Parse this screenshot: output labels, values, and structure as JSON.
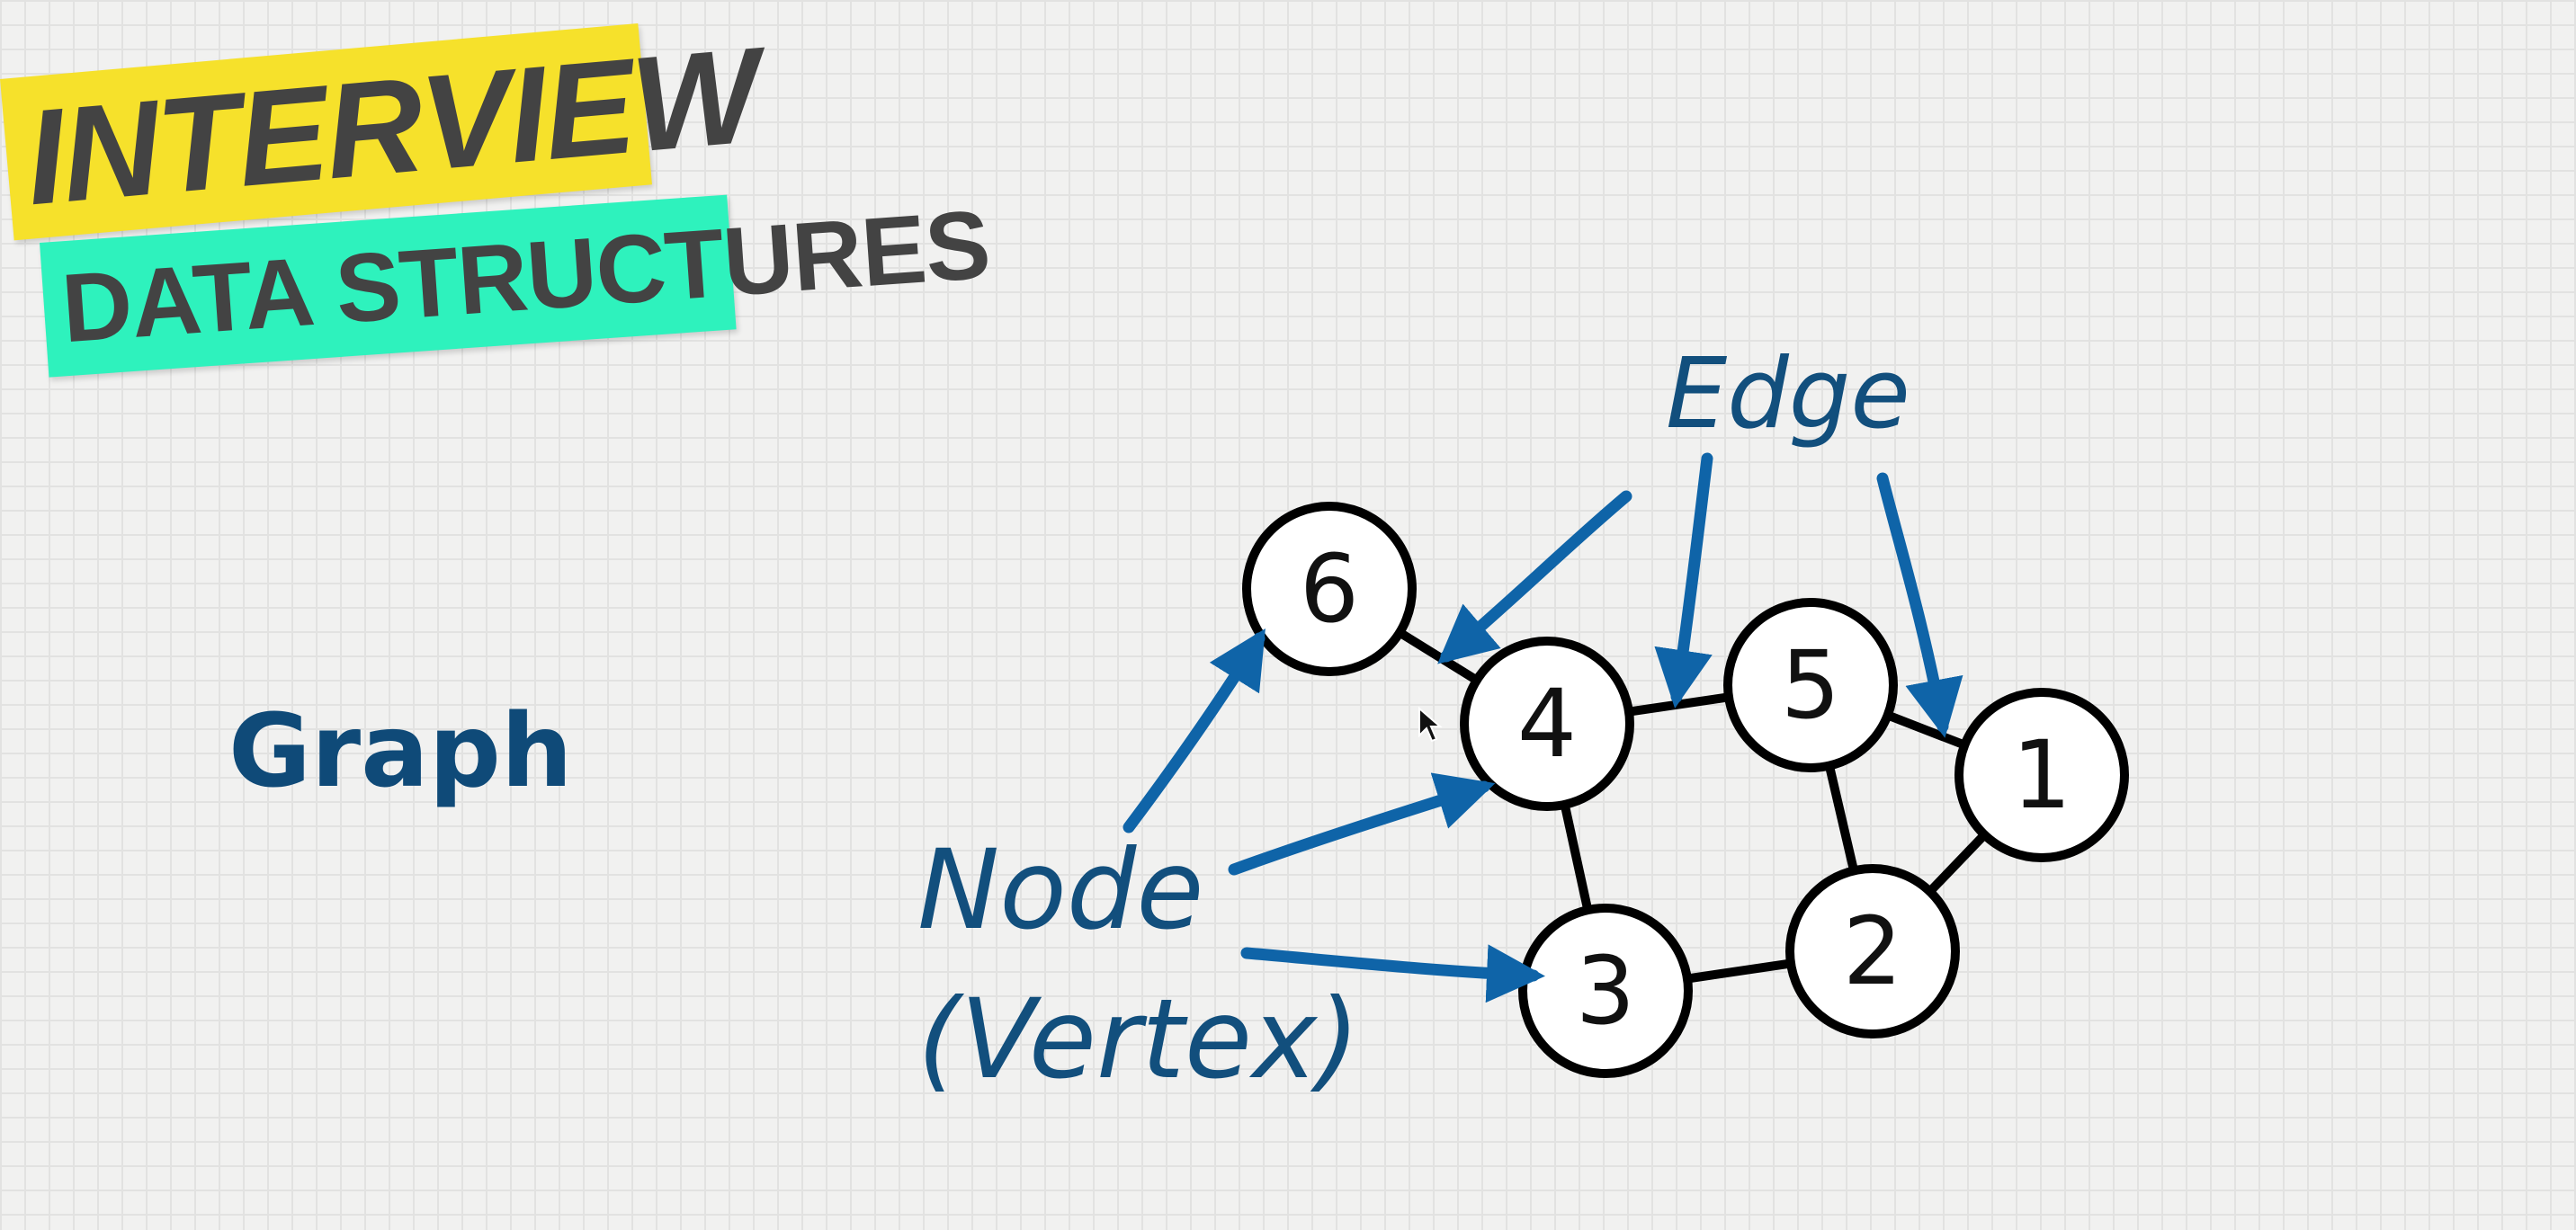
{
  "banner": {
    "line1": "INTERVIEW",
    "line2": "DATA STRUCTURES"
  },
  "title": "Graph",
  "labels": {
    "edge": "Edge",
    "node": "Node",
    "vertex": "(Vertex)"
  },
  "nodes": [
    {
      "id": "6",
      "label": "6"
    },
    {
      "id": "4",
      "label": "4"
    },
    {
      "id": "5",
      "label": "5"
    },
    {
      "id": "1",
      "label": "1"
    },
    {
      "id": "3",
      "label": "3"
    },
    {
      "id": "2",
      "label": "2"
    }
  ],
  "edges": [
    {
      "from": "6",
      "to": "4"
    },
    {
      "from": "4",
      "to": "5"
    },
    {
      "from": "5",
      "to": "1"
    },
    {
      "from": "4",
      "to": "3"
    },
    {
      "from": "5",
      "to": "2"
    },
    {
      "from": "3",
      "to": "2"
    },
    {
      "from": "2",
      "to": "1"
    }
  ],
  "colors": {
    "accent": "#0f64a8",
    "title": "#0f4a78",
    "banner_yellow": "#f6e12b",
    "banner_teal": "#2ef2bd"
  },
  "icons": [
    "mouse-pointer-icon"
  ]
}
